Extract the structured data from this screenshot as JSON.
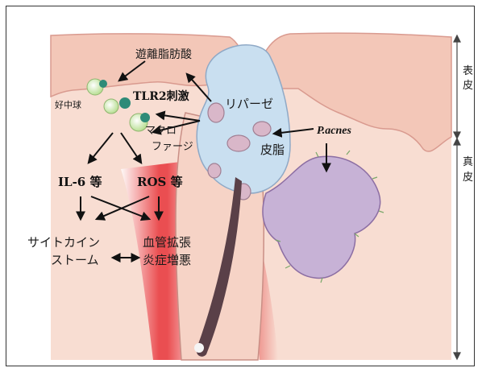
{
  "labels": {
    "free_fatty_acid": "遊離脂肪酸",
    "neutrophil": "好中球",
    "tlr2": "TLR2刺激",
    "lipase": "リパーゼ",
    "macrophage_1": "マクロ",
    "macrophage_2": "ファージ",
    "pacnes": "P.acnes",
    "sebum": "皮脂",
    "il6": "IL-6 等",
    "ros": "ROS 等",
    "cytokine_1": "サイトカイン",
    "cytokine_2": "ストーム",
    "vaso_1": "血管拡張",
    "vaso_2": "炎症増悪",
    "epidermis_1": "表",
    "epidermis_2": "皮",
    "dermis_1": "真",
    "dermis_2": "皮"
  },
  "colors": {
    "skin_top": "#f3c7b8",
    "skin_fill": "#f8ddd2",
    "follicle": "#c9dff0",
    "gland": "#c7b2d6",
    "hair": "#5a4048",
    "red": "#e23a3a",
    "cell_green": "#cfe9b0"
  }
}
